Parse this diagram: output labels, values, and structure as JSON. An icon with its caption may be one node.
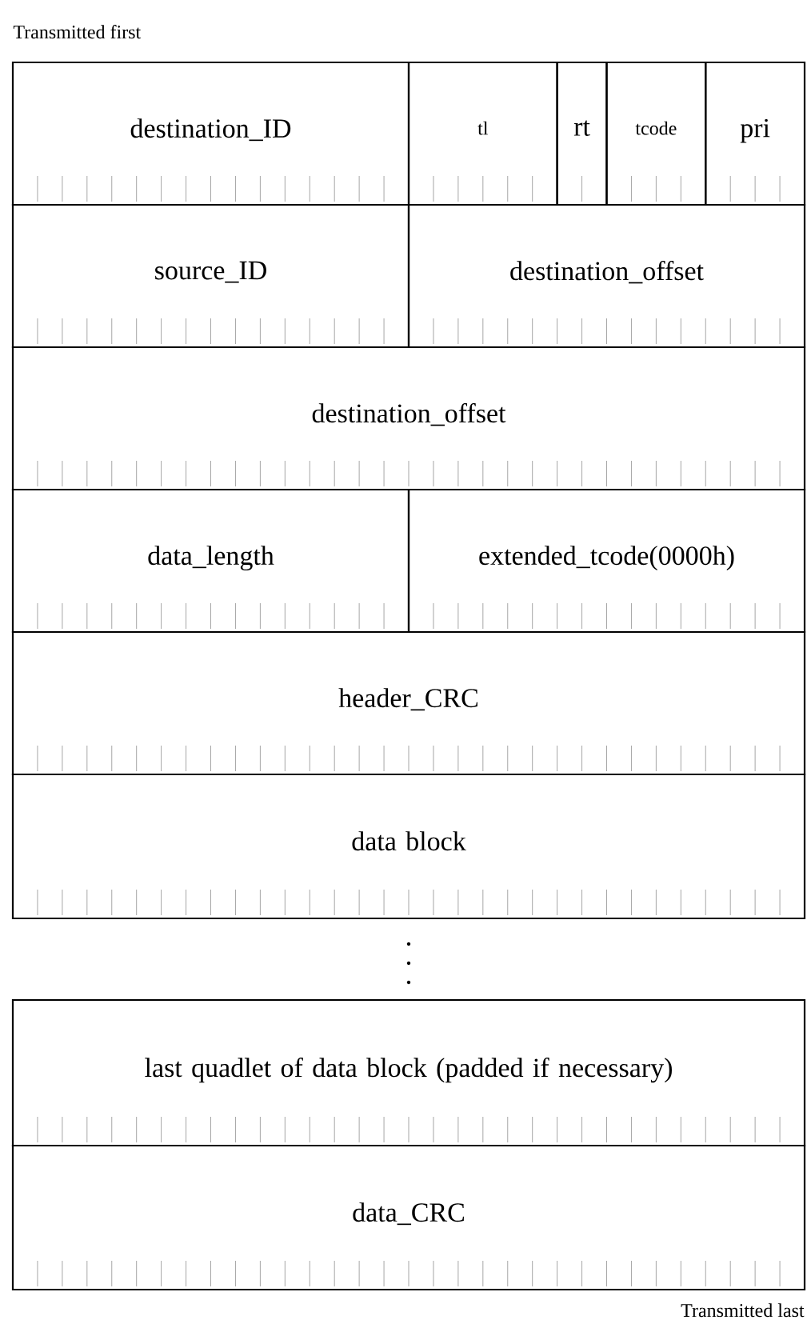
{
  "diagram": {
    "nodes": [
      {
        "text": [
          "destination_ID"
        ]
      },
      {
        "text": [
          "tl"
        ]
      },
      {
        "text": [
          "rt"
        ]
      },
      {
        "text": [
          "tcode"
        ]
      },
      {
        "text": [
          "pri"
        ]
      },
      {
        "text": [
          "source_ID"
        ]
      },
      {
        "text": [
          "destination_offset"
        ]
      },
      {
        "text": [
          "destination_offset"
        ]
      },
      {
        "text": [
          "data_length"
        ]
      },
      {
        "text": [
          "extended_tcode(0000h)"
        ]
      },
      {
        "text": [
          "header_CRC"
        ]
      },
      {
        "text": [
          "data block"
        ]
      },
      {
        "text": [
          "last quadlet of data block (padded if necessary)"
        ]
      },
      {
        "text": [
          "data_CRC"
        ]
      }
    ],
    "labels": [
      "Transmitted first",
      "Transmitted last"
    ]
  }
}
